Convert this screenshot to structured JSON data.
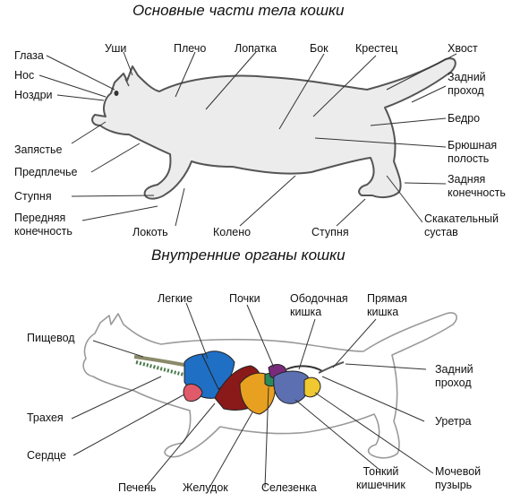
{
  "external": {
    "title": "Основные части тела кошки",
    "labels": {
      "eyes": "Глаза",
      "nose": "Нос",
      "nostrils": "Ноздри",
      "ears": "Уши",
      "shoulder": "Плечо",
      "shoulder_blade": "Лопатка",
      "flank": "Бок",
      "sacrum": "Крестец",
      "tail": "Хвост",
      "anus_1": "Задний",
      "anus_2": "проход",
      "thigh": "Бедро",
      "abdomen_1": "Брюшная",
      "abdomen_2": "полость",
      "hind_limb_1": "Задняя",
      "hind_limb_2": "конечность",
      "hock_1": "Скакательный",
      "hock_2": "сустав",
      "wrist": "Запястье",
      "forearm": "Предплечье",
      "paw_front": "Ступня",
      "front_limb_1": "Передняя",
      "front_limb_2": "конечность",
      "elbow": "Локоть",
      "knee": "Колено",
      "paw_hind": "Ступня"
    }
  },
  "internal": {
    "title": "Внутренние органы кошки",
    "labels": {
      "lungs": "Легкие",
      "kidneys": "Почки",
      "colon_1": "Ободочная",
      "colon_2": "кишка",
      "rectum_1": "Прямая",
      "rectum_2": "кишка",
      "esophagus": "Пищевод",
      "trachea": "Трахея",
      "heart": "Сердце",
      "anus_1": "Задний",
      "anus_2": "проход",
      "urethra": "Уретра",
      "bladder_1": "Мочевой",
      "bladder_2": "пузырь",
      "liver": "Печень",
      "stomach": "Желудок",
      "spleen": "Селезенка",
      "small_int_1": "Тонкий",
      "small_int_2": "кишечник"
    }
  },
  "colors": {
    "lungs": "#1f6fc4",
    "heart": "#e05a6a",
    "liver": "#8a1a1a",
    "stomach": "#e8a020",
    "kidneys": "#7a2a7a",
    "intestine": "#5c6fb0",
    "bladder": "#f0c830",
    "spleen": "#2a8a5a"
  }
}
